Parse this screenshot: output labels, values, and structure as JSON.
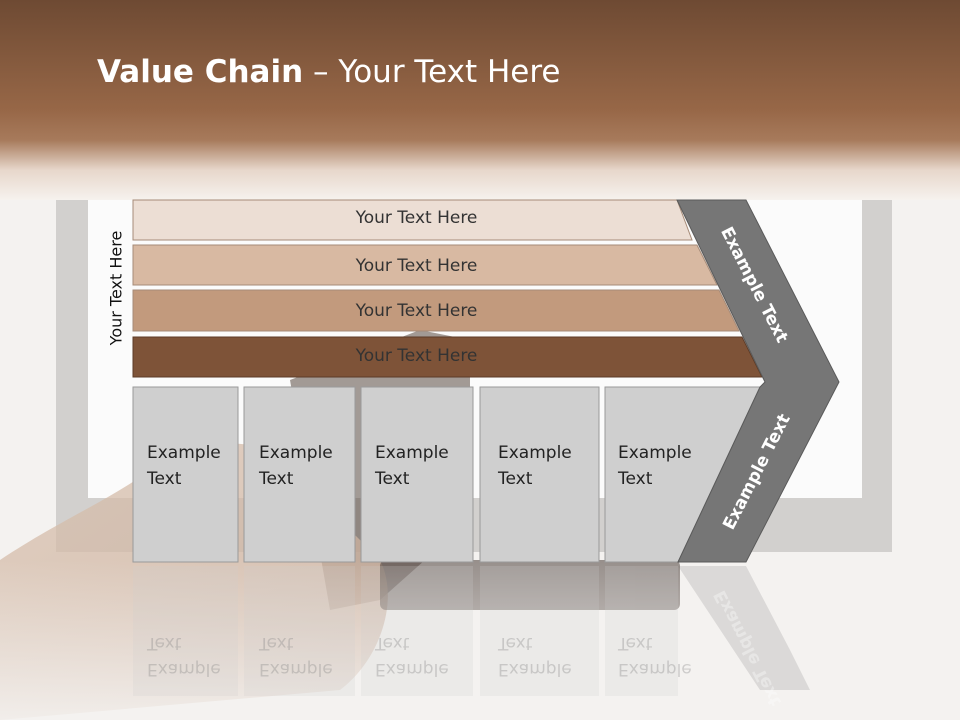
{
  "slide": {
    "title_bold": "Value Chain",
    "title_rest": " – Your Text Here",
    "side_label": "Your Text Here"
  },
  "bars": [
    {
      "label": "Your Text Here",
      "color": "#ecded4"
    },
    {
      "label": "Your Text Here",
      "color": "#d8b9a2"
    },
    {
      "label": "Your Text Here",
      "color": "#c29a7d"
    },
    {
      "label": "Your Text Here",
      "color": "#7e5338"
    }
  ],
  "boxes": [
    {
      "line1": "Example",
      "line2": "Text"
    },
    {
      "line1": "Example",
      "line2": "Text"
    },
    {
      "line1": "Example",
      "line2": "Text"
    },
    {
      "line1": "Example",
      "line2": "Text"
    },
    {
      "line1": "Example",
      "line2": "Text"
    }
  ],
  "chevron": {
    "upper_label": "Example Text",
    "lower_label": "Example Text",
    "color": "#767676"
  },
  "colors": {
    "header_top": "#6e4a33",
    "header_bottom": "#9a6a4b",
    "box_fill": "#cfcfcf"
  }
}
